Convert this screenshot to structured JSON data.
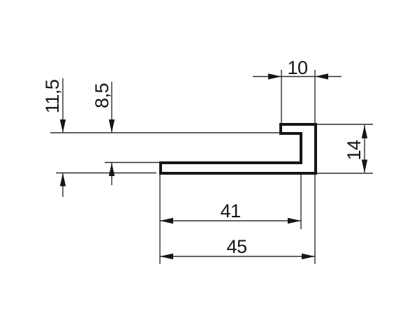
{
  "page": {
    "background": "#ffffff"
  },
  "drawing": {
    "kind": "profile-cross-section-dimension-drawing",
    "line_color": "#161616",
    "labels": {
      "top_width": "10",
      "outer_drop": "11,5",
      "inner_drop": "8,5",
      "right_height": "14",
      "inner_width": "41",
      "outer_width": "45"
    }
  }
}
